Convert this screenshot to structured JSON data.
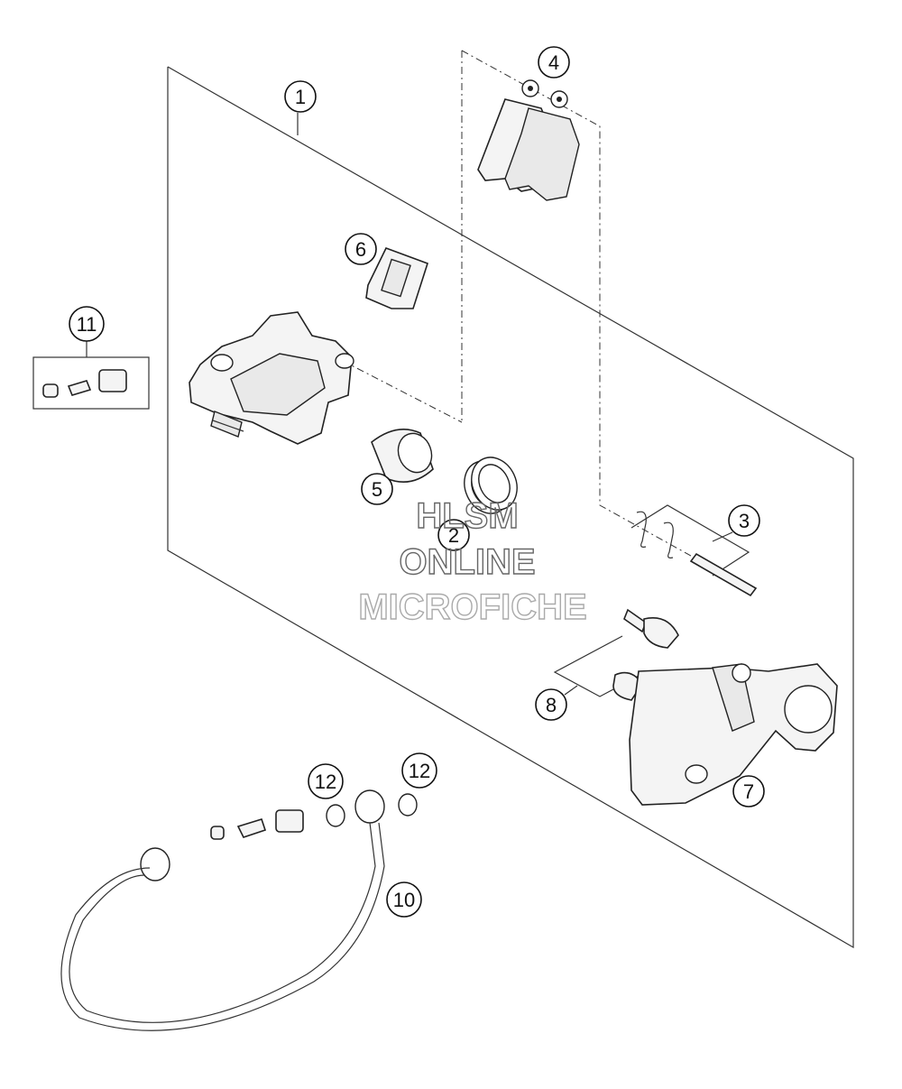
{
  "diagram": {
    "callouts": {
      "c1": "1",
      "c2": "2",
      "c3": "3",
      "c4": "4",
      "c5": "5",
      "c6": "6",
      "c7": "7",
      "c8": "8",
      "c10": "10",
      "c11": "11",
      "c12a": "12",
      "c12b": "12"
    }
  },
  "watermark": {
    "line1": "HLSM",
    "line2": "ONLINE",
    "line3": "MICROFICHE"
  }
}
